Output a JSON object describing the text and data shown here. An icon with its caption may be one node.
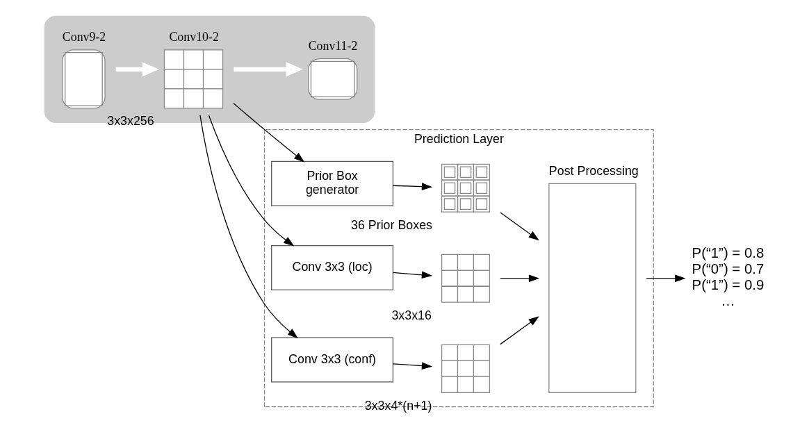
{
  "diagram": {
    "nodes": [
      {
        "text": [],
        "shape": "box"
      },
      {
        "text": [
          "Conv9-2"
        ],
        "in": 0
      },
      {
        "text": [
          "Conv10-2"
        ],
        "in": 0,
        "beside": [
          "3x3x256"
        ]
      },
      {
        "text": [
          "Conv11-2"
        ],
        "in": 0
      },
      {
        "text": [
          "Prediction Layer"
        ]
      },
      {
        "text": [
          "Prior Box generator"
        ],
        "in": 4
      },
      {
        "text": [
          "Conv 3x3 (loc)"
        ],
        "in": 4
      },
      {
        "text": [
          "Conv 3x3 (conf)"
        ],
        "in": 4
      },
      {
        "text": [],
        "shape": "grid",
        "in": 4,
        "beside": [
          "36 Prior Boxes"
        ]
      },
      {
        "text": [],
        "shape": "grid",
        "in": 4,
        "beside": [
          "3x3x16"
        ]
      },
      {
        "text": [],
        "shape": "grid",
        "in": 4,
        "beside": [
          "3x3x4*(n+1)"
        ]
      },
      {
        "text": [
          "Post Processing"
        ],
        "in": 4
      },
      {
        "text": [
          "P(“1”) = 0.8 P(“0”) = 0.7 P(“1”) = 0.9 …"
        ]
      }
    ],
    "edges": [
      {
        "from": 1,
        "to": 2,
        "arrow": "to",
        "style": "thick",
        "color": "#ffffff"
      },
      {
        "from": 2,
        "to": 3,
        "arrow": "to",
        "style": "thick",
        "color": "#ffffff"
      },
      {
        "from": 2,
        "to": 5,
        "arrow": "to"
      },
      {
        "from": 2,
        "to": 6,
        "arrow": "to"
      },
      {
        "from": 2,
        "to": 7,
        "arrow": "to"
      },
      {
        "from": 5,
        "to": 8,
        "arrow": "to"
      },
      {
        "from": 6,
        "to": 9,
        "arrow": "to"
      },
      {
        "from": 7,
        "to": 10,
        "arrow": "to"
      },
      {
        "from": 8,
        "to": 11,
        "arrow": "to"
      },
      {
        "from": 9,
        "to": 11,
        "arrow": "to"
      },
      {
        "from": 10,
        "to": 11,
        "arrow": "to"
      },
      {
        "from": 11,
        "to": 12,
        "arrow": "to"
      }
    ]
  }
}
